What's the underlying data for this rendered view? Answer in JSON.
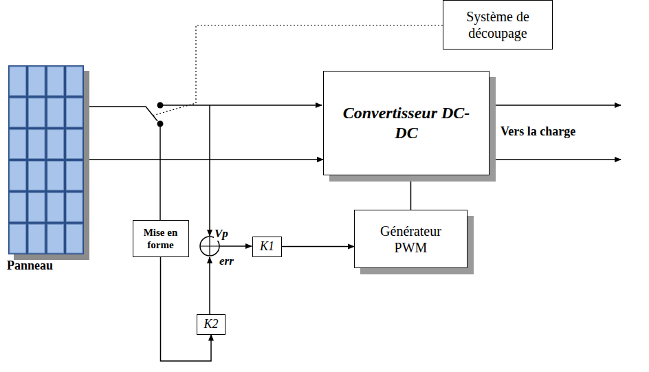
{
  "diagram": {
    "nodes": [
      {
        "text": [
          "Système de découpage"
        ]
      },
      {
        "text": [
          "Panneau"
        ]
      },
      {
        "text": [
          "Convertisseur DC-DC"
        ]
      },
      {
        "text": [
          "Mise en forme"
        ]
      },
      {
        "text": [
          "K1"
        ]
      },
      {
        "text": [
          "Générateur PWM"
        ]
      },
      {
        "text": [
          "K2"
        ]
      }
    ],
    "edges": [
      {
        "from": 1,
        "to": 2,
        "arrow": "to"
      },
      {
        "from": 3,
        "to": 6,
        "arrow": "to"
      },
      {
        "from": 4,
        "to": 5,
        "arrow": "to"
      },
      {
        "from": 5,
        "to": 2,
        "arrow": "to"
      }
    ],
    "labels": [
      "Vp",
      "err",
      "Vers la charge"
    ]
  }
}
